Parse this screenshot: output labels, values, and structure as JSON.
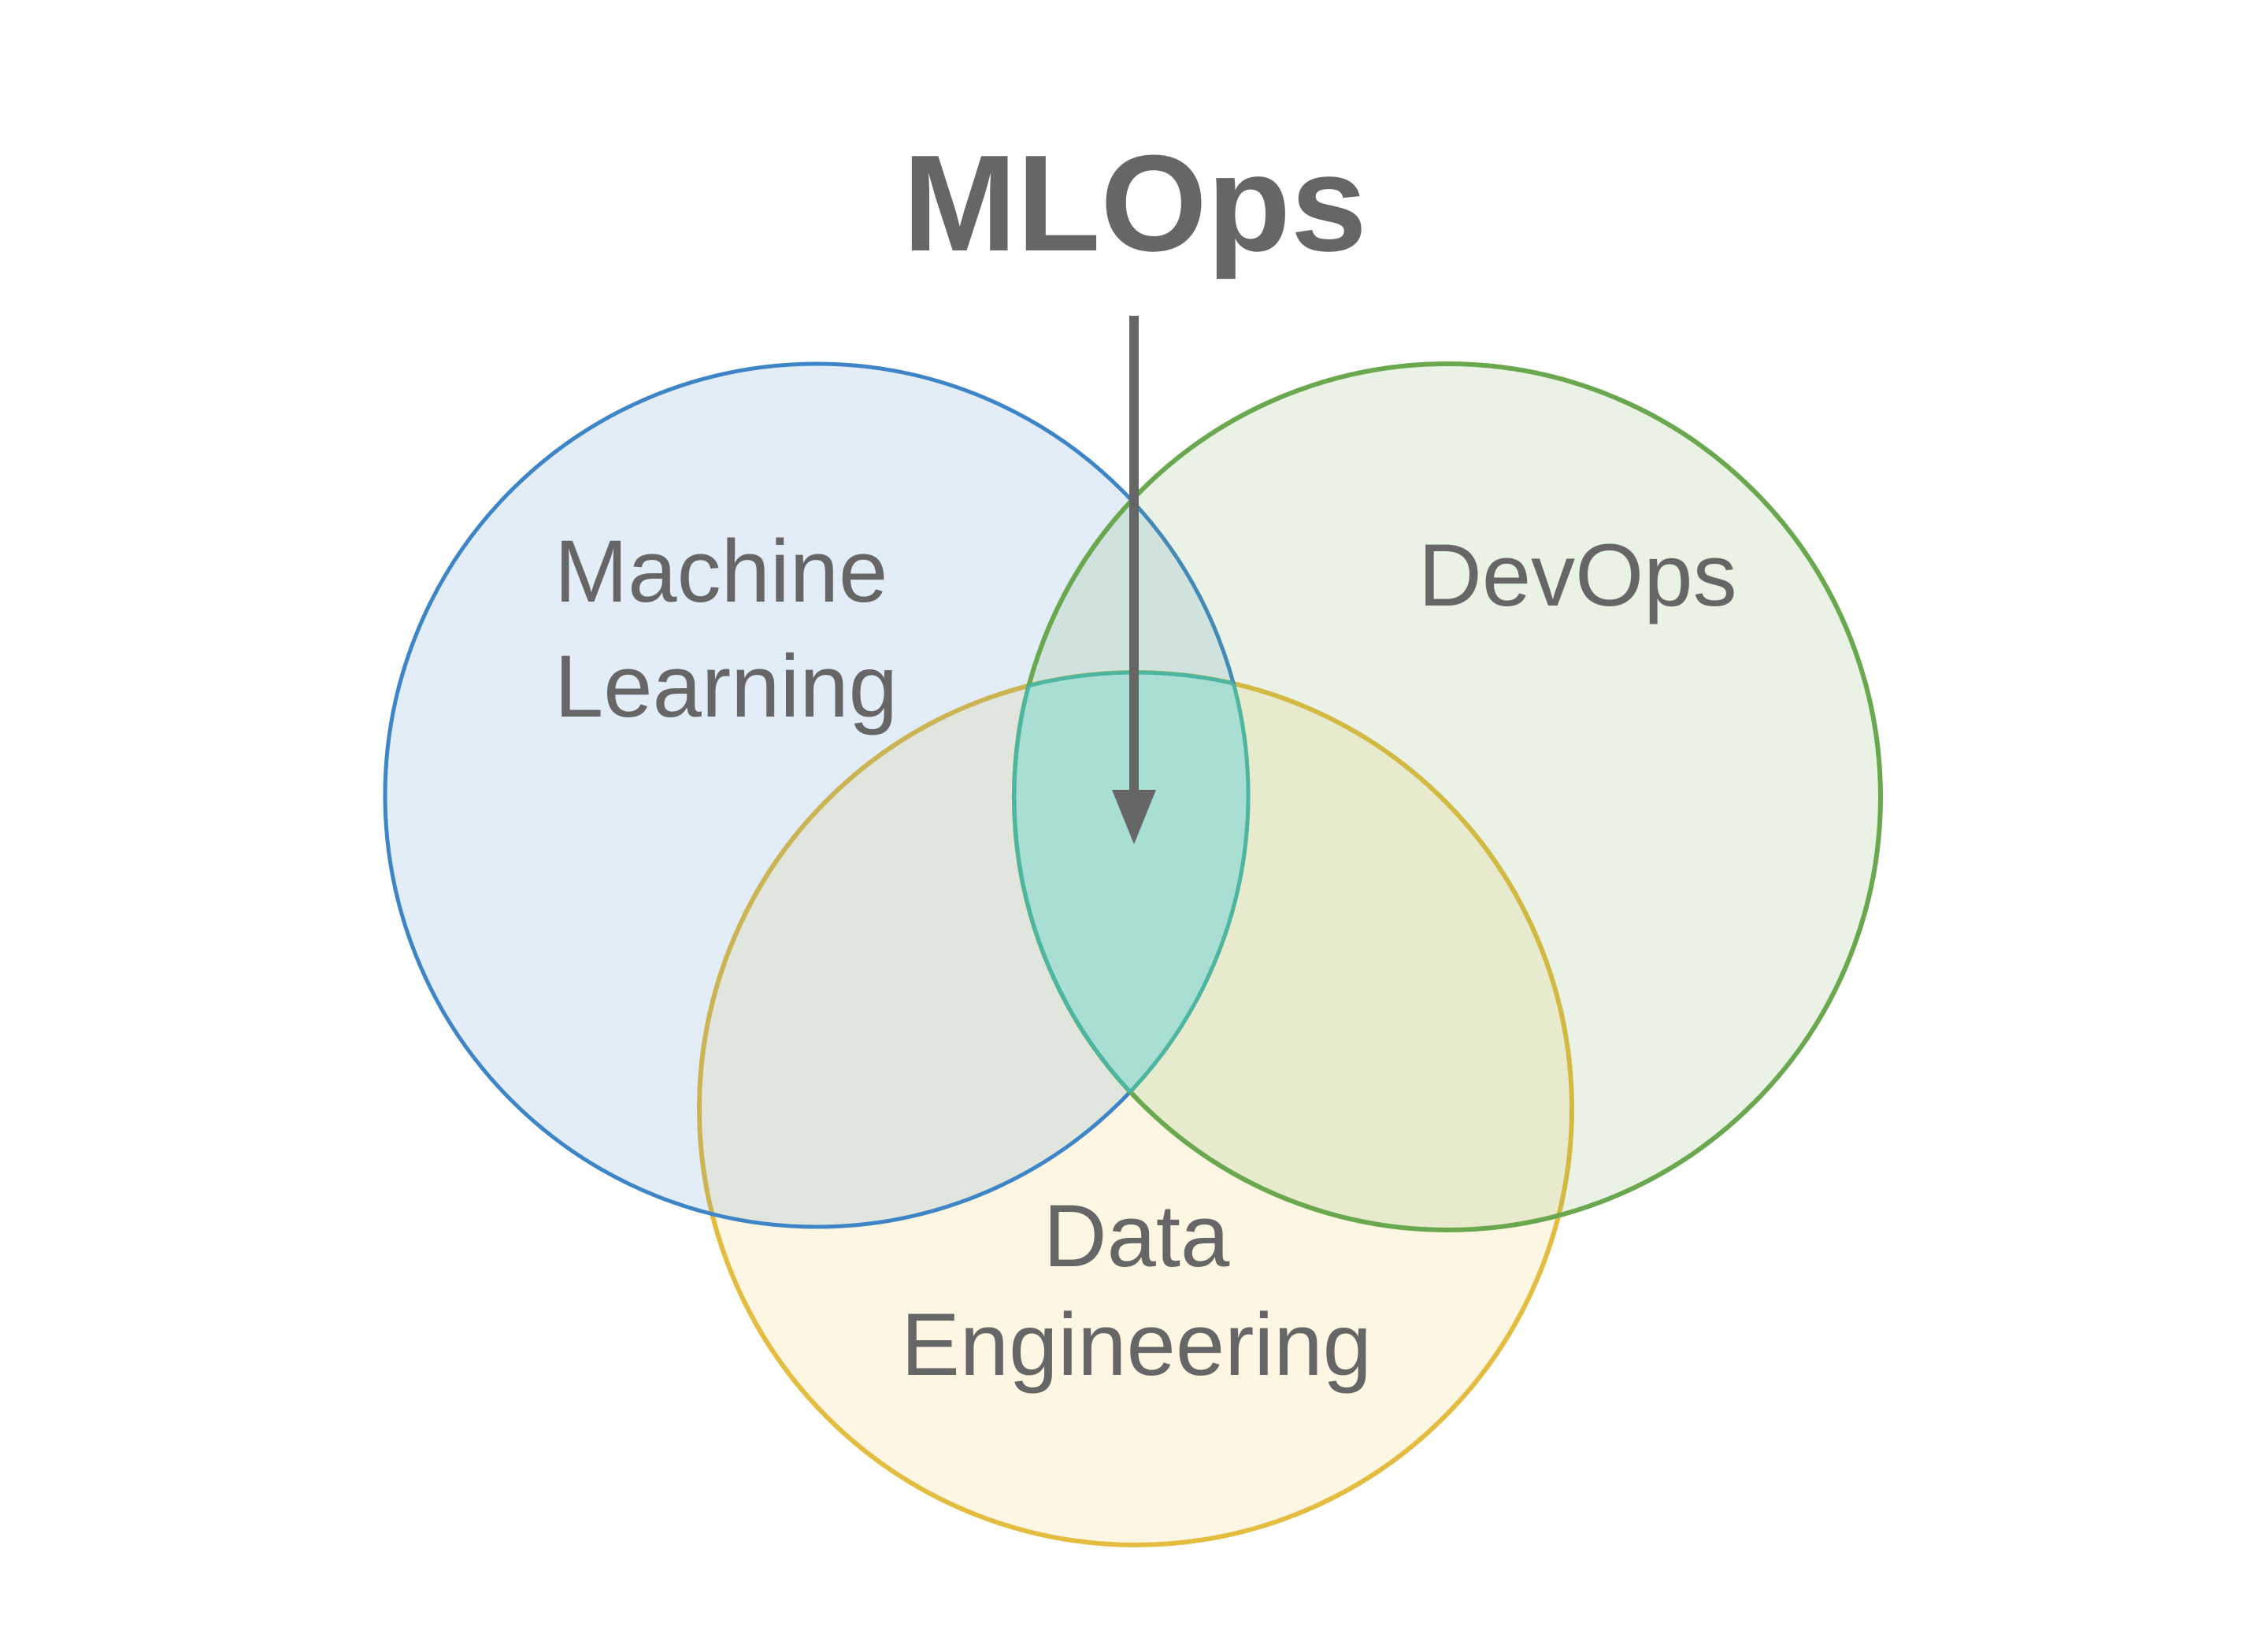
{
  "title": {
    "text": "MLOps",
    "color": "#666666"
  },
  "venn": {
    "machine_learning": {
      "label_line1": "Machine",
      "label_line2": "Learning",
      "fill": "rgba(61,133,198,0.15)",
      "stroke": "#3d85c6"
    },
    "devops": {
      "label": "DevOps",
      "fill": "rgba(106,168,79,0.15)",
      "stroke": "#6aa84f"
    },
    "data_engineering": {
      "label_line1": "Data",
      "label_line2": "Engineering",
      "fill": "rgba(241,194,50,0.14)",
      "stroke": "#e4bc40"
    },
    "triple_intersection": {
      "fill": "#a9dfd3",
      "stroke": "#4db6a0"
    },
    "label_color": "#666666"
  },
  "arrow": {
    "color": "#666666"
  },
  "page": {
    "background": "#ffffff"
  }
}
